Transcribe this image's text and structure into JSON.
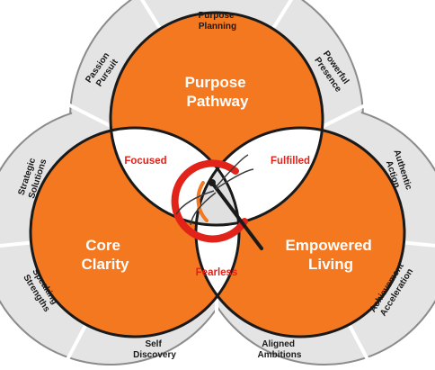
{
  "colors": {
    "orange": "#f47820",
    "outline": "#1a1a1a",
    "ring": "#e4e4e4",
    "ring_stroke": "#8c8c8c",
    "center": "#e0e0e0",
    "mid_text": "#e2231a",
    "white": "#ffffff"
  },
  "outer_ring": {
    "top": [
      "Purpose",
      "Planning"
    ],
    "top_right": [
      "Powerful",
      "Presence"
    ],
    "right_upper": [
      "Authentic",
      "Action"
    ],
    "right_lower": [
      "Achievement",
      "Acceleration"
    ],
    "bottom_right": [
      "Aligned",
      "Ambitions"
    ],
    "bottom_left": [
      "Self",
      "Discovery"
    ],
    "left_lower": [
      "Speaking",
      "Strengths"
    ],
    "left_upper": [
      "Strategic",
      "Solutions"
    ],
    "top_left": [
      "Passion",
      "Pursuit"
    ]
  },
  "circles": {
    "top": [
      "Purpose",
      "Pathway"
    ],
    "left": [
      "Core",
      "Clarity"
    ],
    "right": [
      "Empowered",
      "Living"
    ]
  },
  "intersections": {
    "top_left": "Focused",
    "top_right": "Fulfilled",
    "bottom": "Fearless"
  },
  "center_logo": "dragonfly-compass-icon"
}
